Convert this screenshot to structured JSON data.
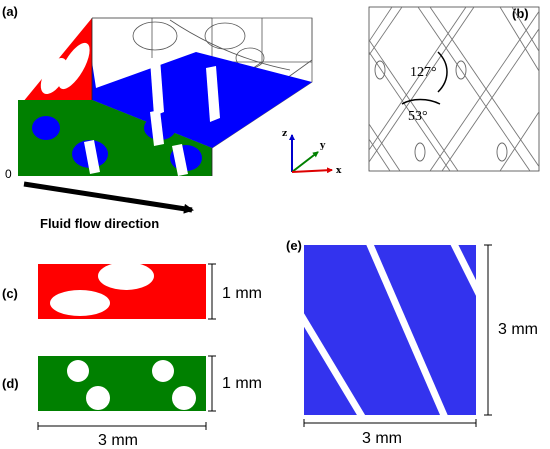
{
  "panels": {
    "a": "(a)",
    "b": "(b)",
    "c": "(c)",
    "d": "(d)",
    "e": "(e)"
  },
  "panel_a": {
    "origin_label": "0",
    "flow_label": "Fluid flow direction",
    "axes": {
      "z": "z",
      "y": "y",
      "x": "x"
    },
    "colors": {
      "red_face": "#ff0000",
      "blue_face": "#0000ff",
      "green_face": "#008000"
    }
  },
  "panel_b": {
    "angle_obtuse": "127°",
    "angle_acute": "53°"
  },
  "panel_c": {
    "height_label": "1 mm",
    "color": "#ff0000"
  },
  "panel_d": {
    "height_label": "1 mm",
    "width_label": "3 mm",
    "color": "#008000"
  },
  "panel_e": {
    "height_label": "3 mm",
    "width_label": "3 mm",
    "color": "#3333ee"
  }
}
